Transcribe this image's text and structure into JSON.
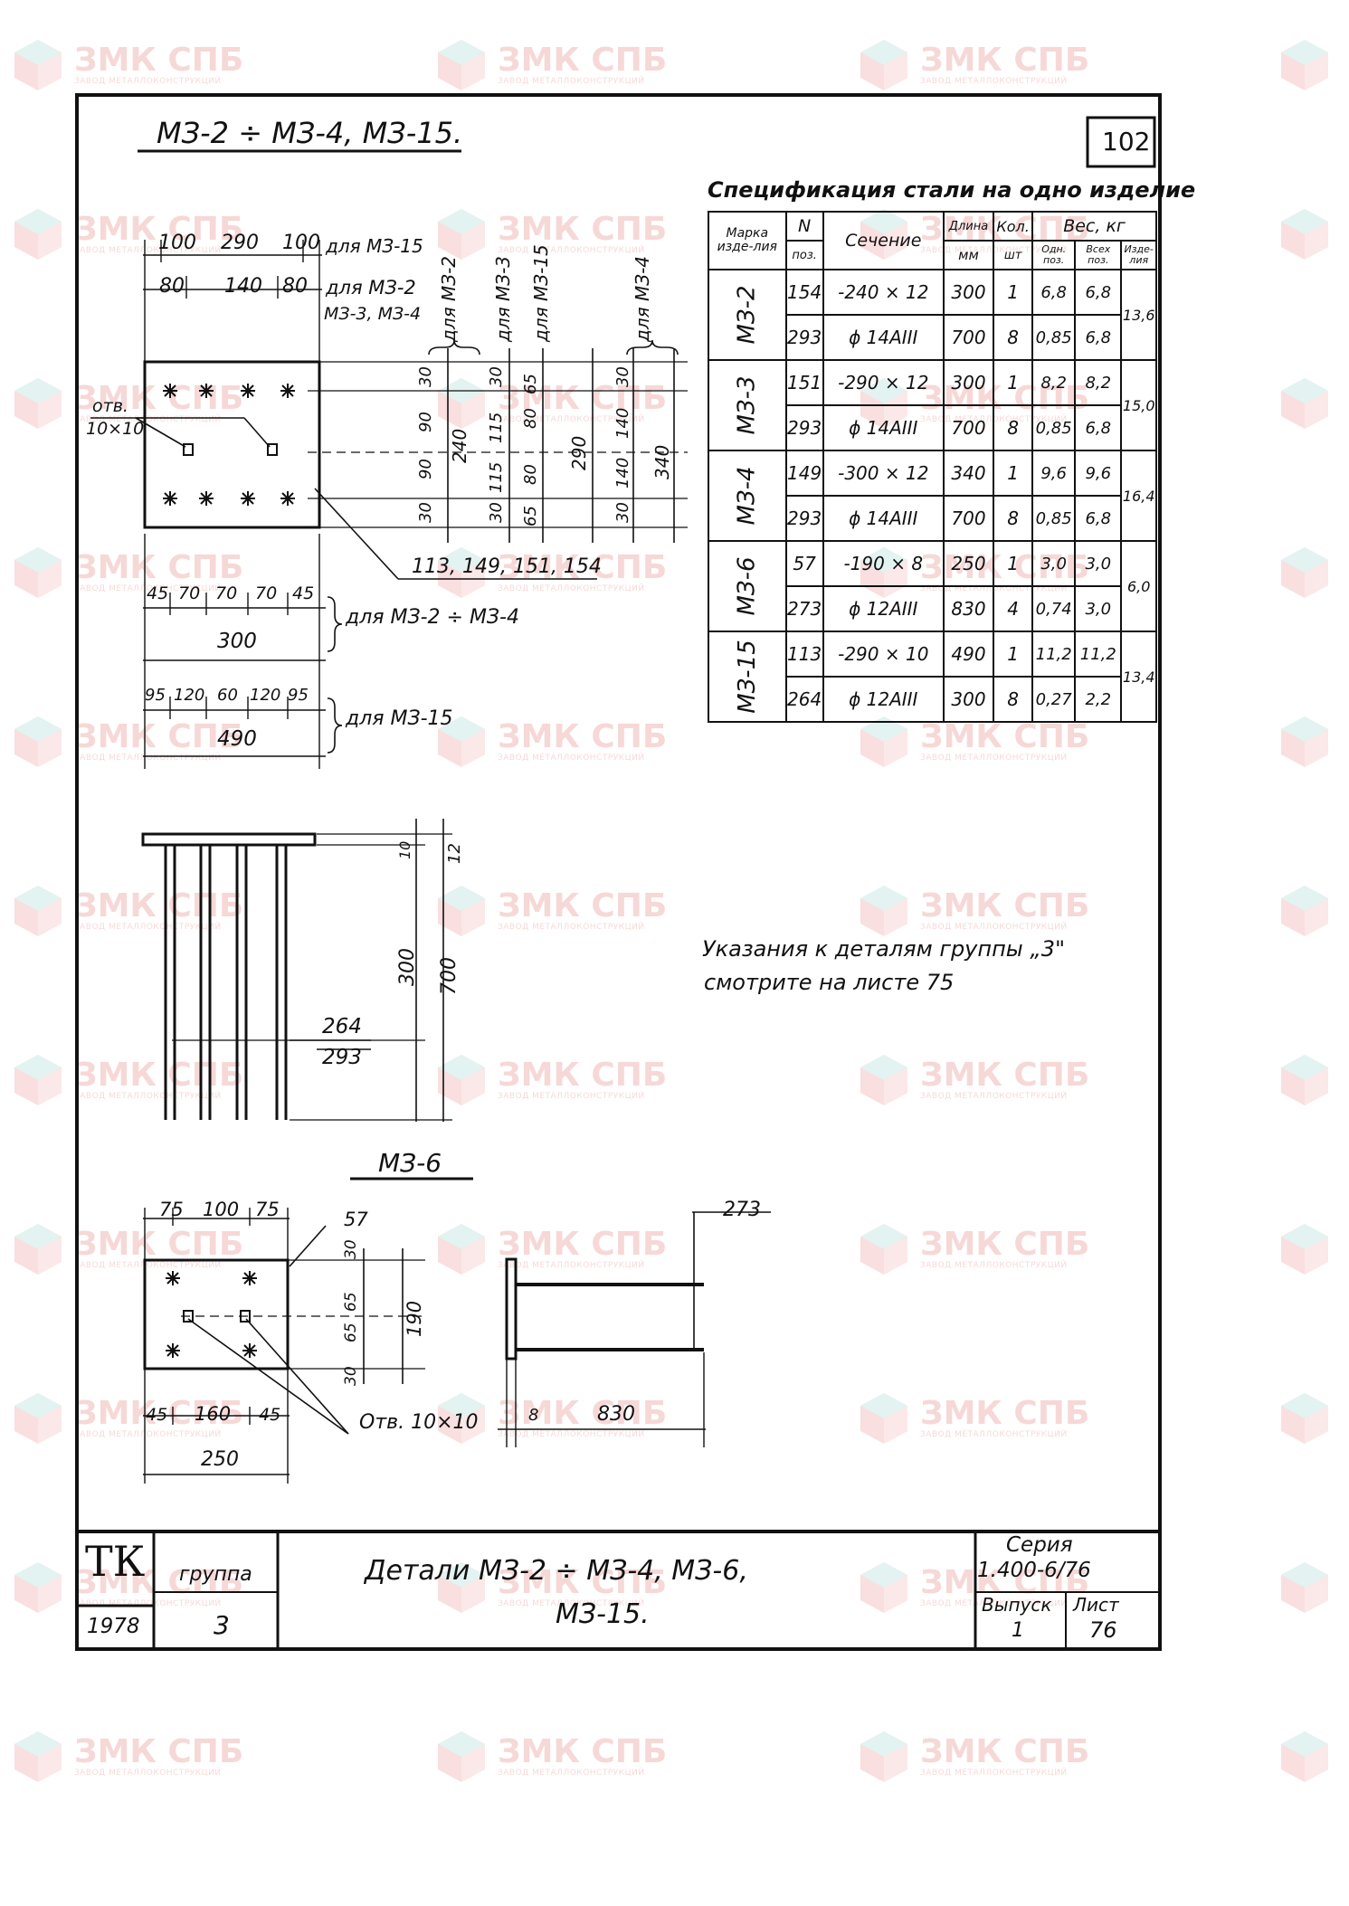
{
  "watermark": {
    "brand": "ЗМК СПБ",
    "tagline": "ЗАВОД МЕТАЛЛОКОНСТРУКЦИЙ"
  },
  "sheet": {
    "page_number": "102",
    "top_title": "МЗ-2 ÷ МЗ-4, МЗ-15.",
    "mz6_title": "МЗ-6",
    "note_line1": "Указания к деталям группы „3\"",
    "note_line2": "смотрите на листе 75"
  },
  "spec": {
    "title": "Спецификация стали на одно изделие",
    "headers": {
      "mark": "Марка изде-лия",
      "num": "N",
      "num_sub": "поз.",
      "section": "Сечение",
      "length": "Длина",
      "length_unit": "мм",
      "qty": "Кол.",
      "qty_unit": "шт",
      "weight": "Вес, кг",
      "w_one": "Одн. поз.",
      "w_all": "Всех поз.",
      "w_item": "Изде-лия"
    },
    "rows": [
      {
        "mark": "МЗ-2",
        "total": "13,6",
        "lines": [
          {
            "pos": "154",
            "section": "-240 × 12",
            "len": "300",
            "qty": "1",
            "w1": "6,8",
            "wall": "6,8"
          },
          {
            "pos": "293",
            "section": "ϕ 14АIII",
            "len": "700",
            "qty": "8",
            "w1": "0,85",
            "wall": "6,8"
          }
        ]
      },
      {
        "mark": "МЗ-3",
        "total": "15,0",
        "lines": [
          {
            "pos": "151",
            "section": "-290 × 12",
            "len": "300",
            "qty": "1",
            "w1": "8,2",
            "wall": "8,2"
          },
          {
            "pos": "293",
            "section": "ϕ 14АIII",
            "len": "700",
            "qty": "8",
            "w1": "0,85",
            "wall": "6,8"
          }
        ]
      },
      {
        "mark": "МЗ-4",
        "total": "16,4",
        "lines": [
          {
            "pos": "149",
            "section": "-300 × 12",
            "len": "340",
            "qty": "1",
            "w1": "9,6",
            "wall": "9,6"
          },
          {
            "pos": "293",
            "section": "ϕ 14АIII",
            "len": "700",
            "qty": "8",
            "w1": "0,85",
            "wall": "6,8"
          }
        ]
      },
      {
        "mark": "МЗ-6",
        "total": "6,0",
        "lines": [
          {
            "pos": "57",
            "section": "-190 × 8",
            "len": "250",
            "qty": "1",
            "w1": "3,0",
            "wall": "3,0"
          },
          {
            "pos": "273",
            "section": "ϕ 12АIII",
            "len": "830",
            "qty": "4",
            "w1": "0,74",
            "wall": "3,0"
          }
        ]
      },
      {
        "mark": "МЗ-15",
        "total": "13,4",
        "lines": [
          {
            "pos": "113",
            "section": "-290 × 10",
            "len": "490",
            "qty": "1",
            "w1": "11,2",
            "wall": "11,2"
          },
          {
            "pos": "264",
            "section": "ϕ 12АIII",
            "len": "300",
            "qty": "8",
            "w1": "0,27",
            "wall": "2,2"
          }
        ]
      }
    ]
  },
  "plate_drawing": {
    "dims_top1": [
      "100",
      "290",
      "100"
    ],
    "label_mz15_top": "для МЗ-15",
    "dims_top2": [
      "80",
      "140",
      "80"
    ],
    "label_mz2": "для МЗ-2",
    "label_mz34": "МЗ-3, МЗ-4",
    "hole_label1": "отв.",
    "hole_label2": "10×10",
    "col_labels": [
      "для МЗ-2",
      "для МЗ-3",
      "для МЗ-15",
      "для МЗ-4"
    ],
    "col1_dims": [
      "30",
      "90",
      "90",
      "30"
    ],
    "col1_total": "240",
    "col2_dims": [
      "30",
      "115",
      "115",
      "30"
    ],
    "col3_dims": [
      "65",
      "80",
      "80",
      "65"
    ],
    "col3_total": "290",
    "col4_dims": [
      "30",
      "140",
      "140",
      "30"
    ],
    "col4_total": "340",
    "callout": "113, 149, 151, 154",
    "dims_bottom1": [
      "45",
      "70",
      "70",
      "70",
      "45"
    ],
    "total_bottom1": "300",
    "label_bottom1": "для МЗ-2 ÷ МЗ-4",
    "dims_bottom2": [
      "95",
      "120",
      "60",
      "120",
      "95"
    ],
    "total_bottom2": "490",
    "label_bottom2": "для МЗ-15"
  },
  "side_view": {
    "d10": "10",
    "d12": "12",
    "d300": "300",
    "d700": "700",
    "pos1": "264",
    "pos2": "293"
  },
  "mz6_drawing": {
    "dims_top": [
      "75",
      "100",
      "75"
    ],
    "pos_plate": "57",
    "dims_vert": [
      "30",
      "65",
      "65",
      "30"
    ],
    "total_vert": "190",
    "dims_bottom": [
      "45",
      "160",
      "45"
    ],
    "total_bottom": "250",
    "hole_label": "Отв. 10×10",
    "pos_rod": "273",
    "side_d8": "8",
    "side_d830": "830"
  },
  "title_block": {
    "logo": "ТК",
    "year": "1978",
    "group_label": "группа",
    "group_value": "3",
    "name_line1": "Детали МЗ-2 ÷ МЗ-4, МЗ-6,",
    "name_line2": "МЗ-15.",
    "series_label": "Серия",
    "series_value": "1.400-6/76",
    "issue_label": "Выпуск",
    "issue_value": "1",
    "sheet_label": "Лист",
    "sheet_value": "76"
  }
}
